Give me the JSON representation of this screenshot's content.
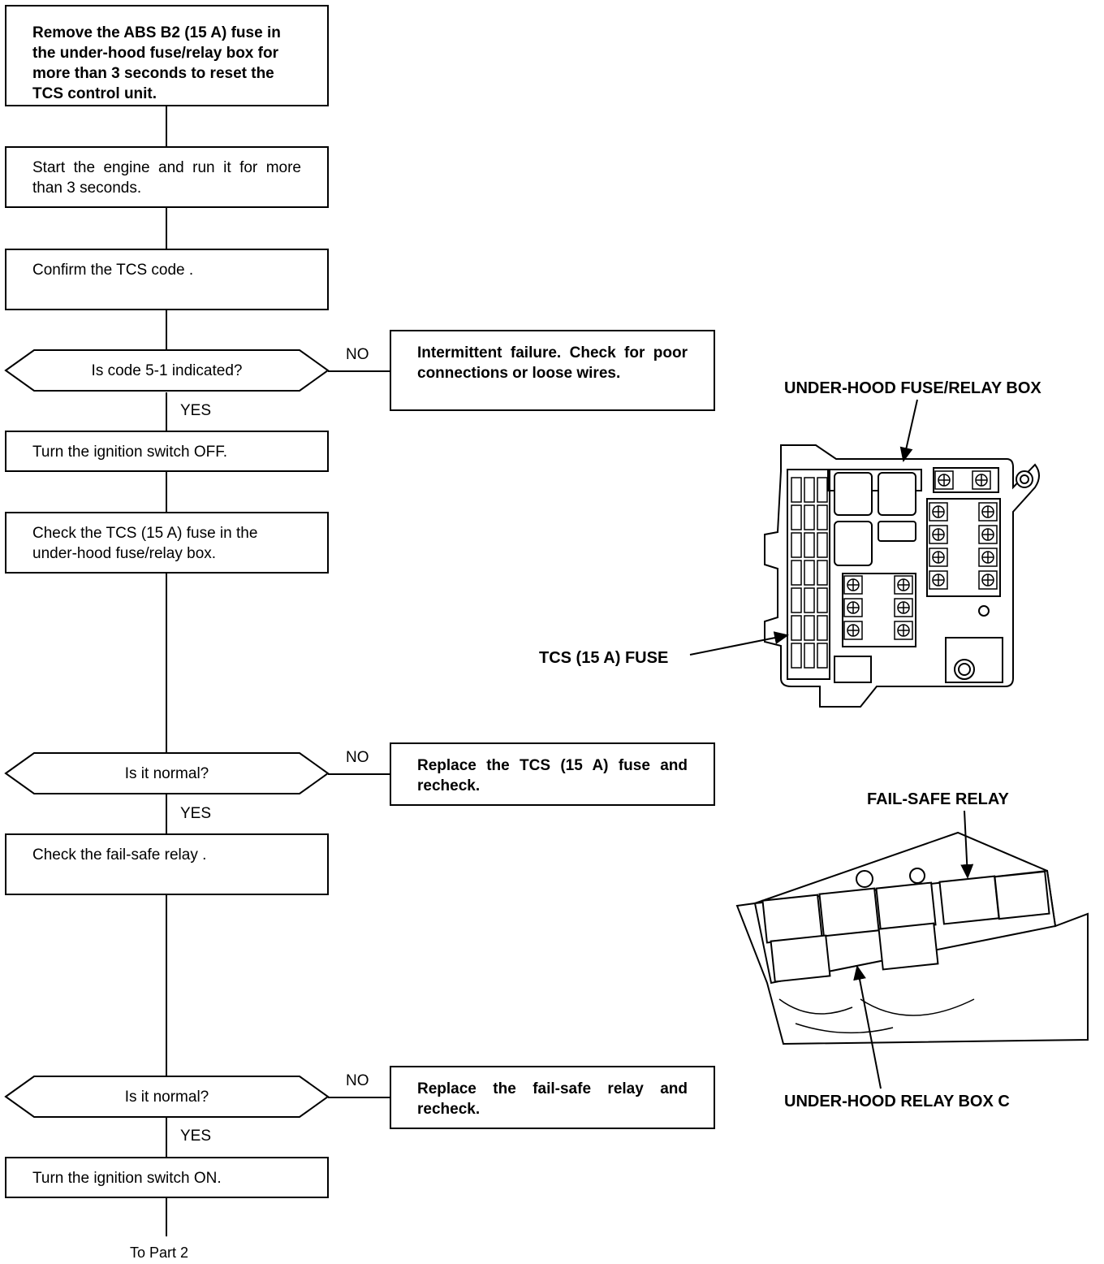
{
  "flow": {
    "step1": "Remove the ABS B2 (15 A) fuse in the under-hood fuse/relay box for more than 3 seconds to reset the TCS control unit.",
    "step2": "Start the engine and run it for more than 3 seconds.",
    "step3": "Confirm the TCS code .",
    "decision1": "Is code 5-1 indicated?",
    "no1": "Intermittent failure. Check for poor connections or loose wires.",
    "step4": "Turn the ignition switch OFF.",
    "step5": "Check the TCS (15 A) fuse in the under-hood fuse/relay box.",
    "decision2": "Is it normal?",
    "no2": "Replace the TCS (15 A) fuse and recheck.",
    "step6": "Check the fail-safe relay .",
    "decision3": "Is it normal?",
    "no3": "Replace the fail-safe relay and recheck.",
    "step7": "Turn the ignition switch ON.",
    "yes_label": "YES",
    "no_label": "NO",
    "continuation": "To Part 2"
  },
  "illustrations": {
    "fuse_box_label": "UNDER-HOOD FUSE/RELAY BOX",
    "tcs_fuse_label": "TCS (15 A) FUSE",
    "fail_safe_label": "FAIL-SAFE RELAY",
    "relay_box_c_label": "UNDER-HOOD RELAY BOX C"
  }
}
